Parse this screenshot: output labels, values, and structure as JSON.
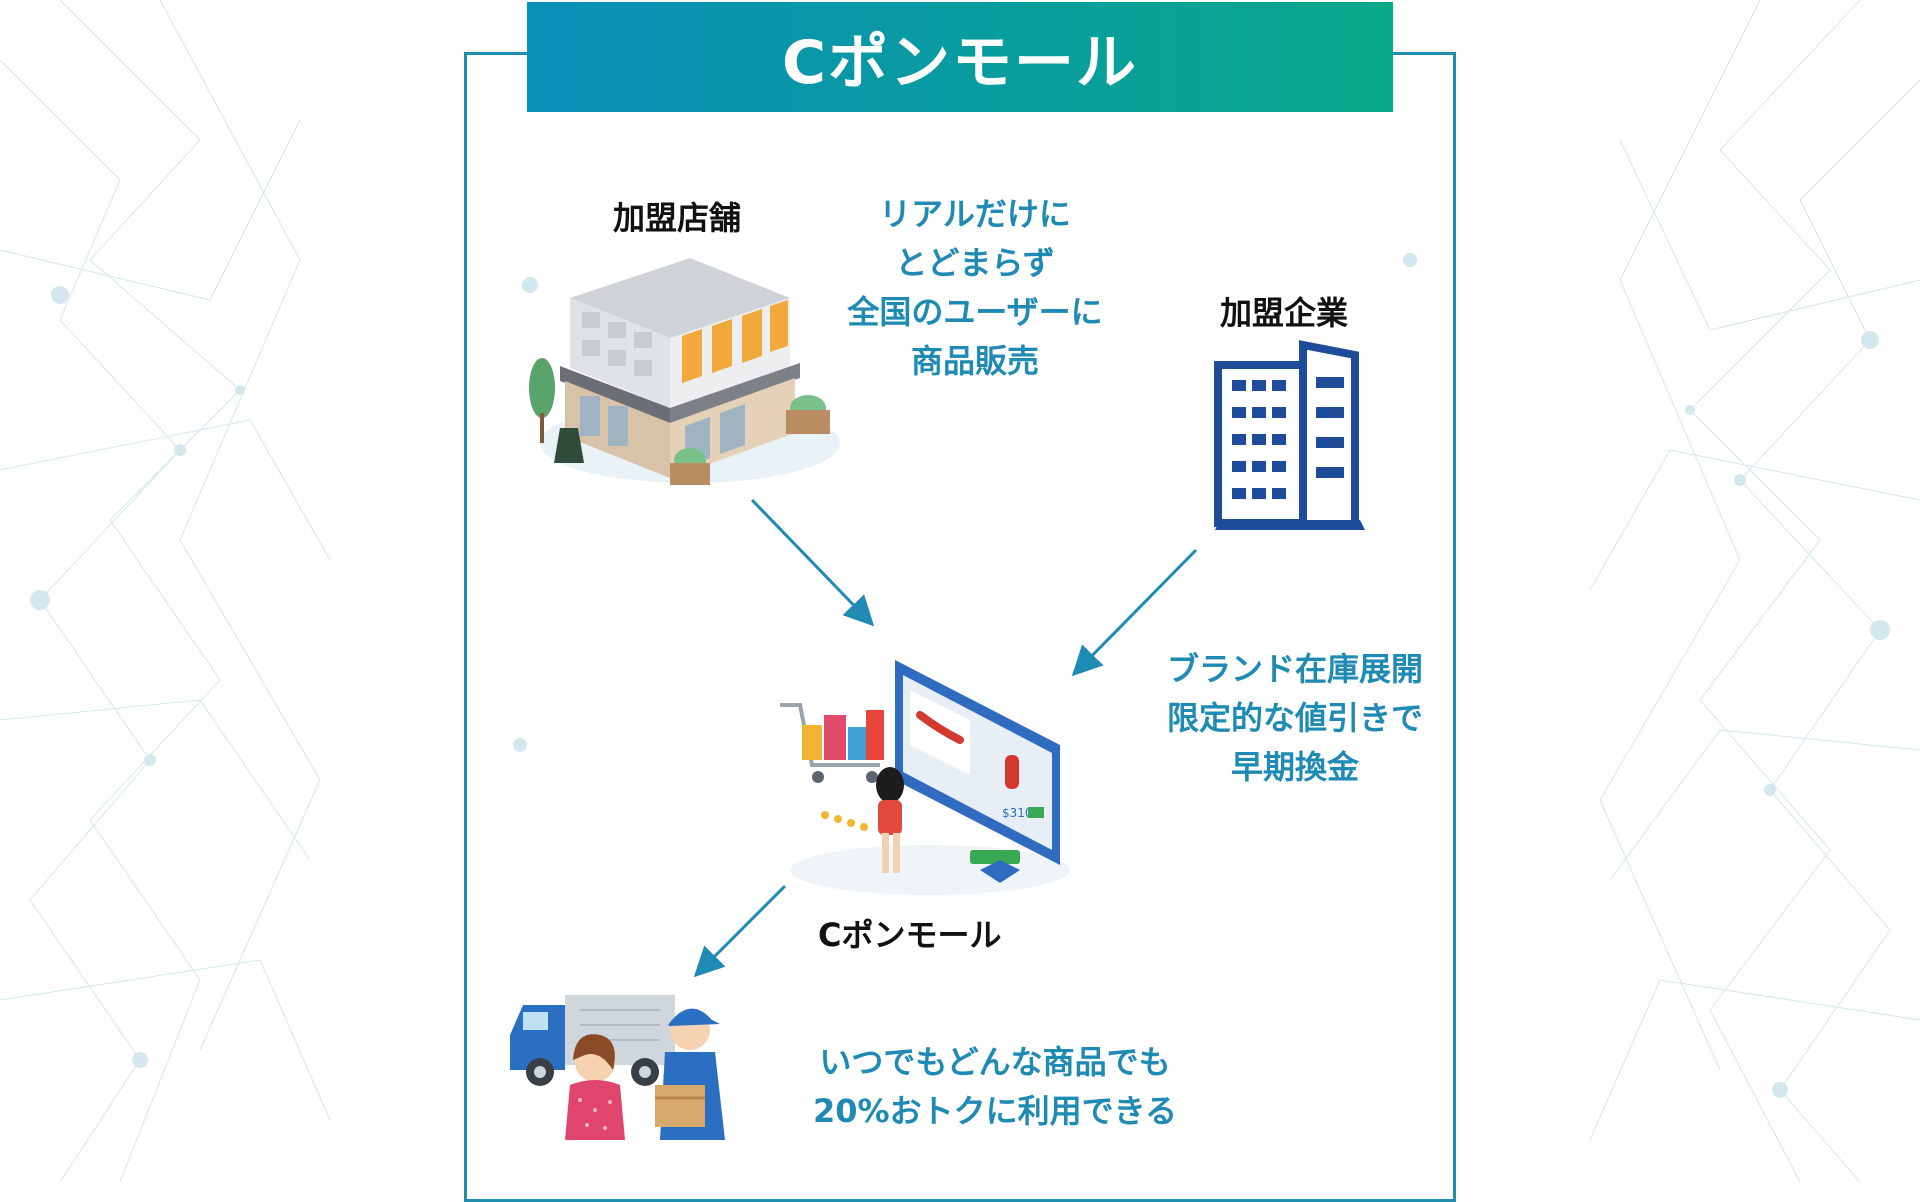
{
  "title": "Cポンモール",
  "nodes": {
    "store": {
      "label": "加盟店舗"
    },
    "company": {
      "label": "加盟企業"
    },
    "mall": {
      "label": "Cポンモール",
      "price_tag": "$310"
    }
  },
  "annotations": {
    "store_note": [
      "リアルだけに",
      "とどまらず",
      "全国のユーザーに",
      "商品販売"
    ],
    "company_note": [
      "ブランド在庫展開",
      "限定的な値引きで",
      "早期換金"
    ],
    "user_note": [
      "いつでもどんな商品でも",
      "20%おトクに利用できる"
    ]
  },
  "colors": {
    "accent_blue": "#1f8ab3",
    "title_gradient_start": "#0a8fb8",
    "title_gradient_end": "#07a88a",
    "building_navy": "#1f4b9b"
  }
}
